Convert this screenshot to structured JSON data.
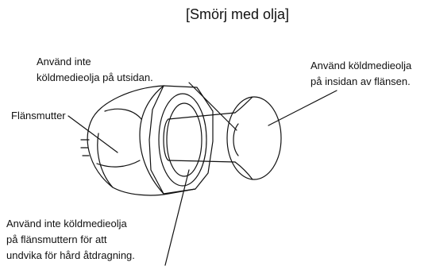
{
  "title": "[Smörj med olja]",
  "labels": {
    "outside": [
      "Använd inte",
      "köldmedieolja på utsidan."
    ],
    "inside": [
      "Använd köldmedieolja",
      "på insidan av flänsen."
    ],
    "nut": "Flänsmutter",
    "avoid": [
      "Använd inte köldmedieolja",
      "på flänsmuttern för att",
      "undvika för hård åtdragning."
    ]
  }
}
